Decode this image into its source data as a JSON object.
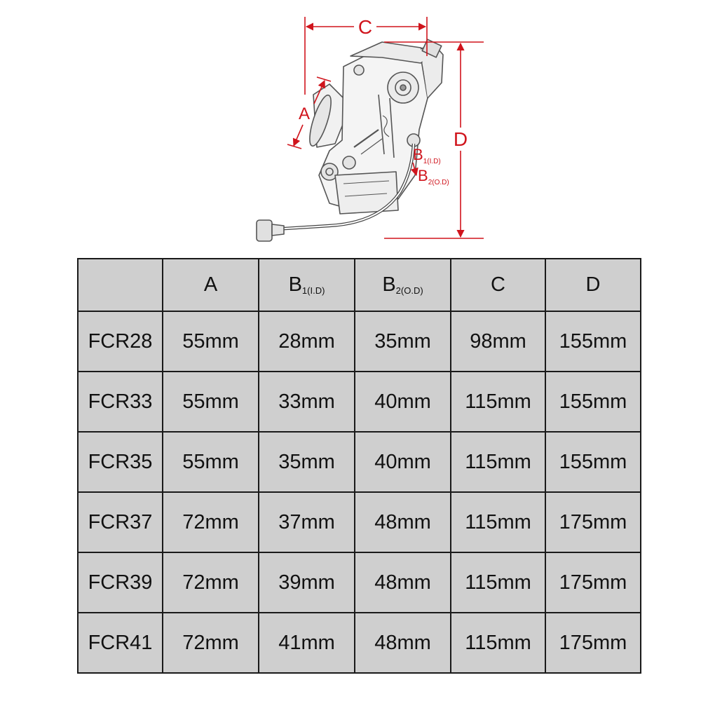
{
  "diagram": {
    "labels": {
      "a": "A",
      "b1": "B",
      "b1_sub": "1(I.D)",
      "b2": "B",
      "b2_sub": "2(O.D)",
      "c": "C",
      "d": "D"
    },
    "colors": {
      "dimension": "#d0141c",
      "drawing": "#555555"
    }
  },
  "table": {
    "headers": [
      {
        "main": "",
        "sub": ""
      },
      {
        "main": "A",
        "sub": ""
      },
      {
        "main": "B",
        "sub": "1(I.D)"
      },
      {
        "main": "B",
        "sub": "2(O.D)"
      },
      {
        "main": "C",
        "sub": ""
      },
      {
        "main": "D",
        "sub": ""
      }
    ],
    "rows": [
      [
        "FCR28",
        "55mm",
        "28mm",
        "35mm",
        "98mm",
        "155mm"
      ],
      [
        "FCR33",
        "55mm",
        "33mm",
        "40mm",
        "115mm",
        "155mm"
      ],
      [
        "FCR35",
        "55mm",
        "35mm",
        "40mm",
        "115mm",
        "155mm"
      ],
      [
        "FCR37",
        "72mm",
        "37mm",
        "48mm",
        "115mm",
        "175mm"
      ],
      [
        "FCR39",
        "72mm",
        "39mm",
        "48mm",
        "115mm",
        "175mm"
      ],
      [
        "FCR41",
        "72mm",
        "41mm",
        "48mm",
        "115mm",
        "175mm"
      ]
    ],
    "colors": {
      "cell": "#cfcfcf",
      "border": "#1a1a1a"
    }
  }
}
